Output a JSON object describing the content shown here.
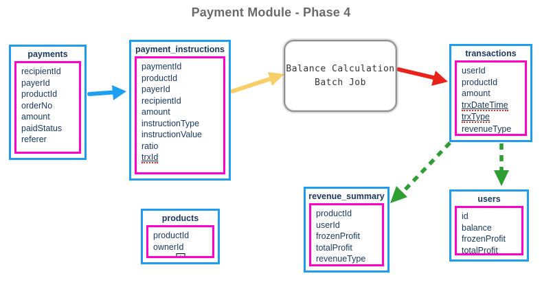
{
  "title": "Payment Module - Phase 4",
  "colors": {
    "entity_border": "#1e9cf0",
    "field_border": "#ff00cc",
    "entity_text": "#17375e",
    "title_text": "#6a6a6a",
    "process_border": "#8f8f8f",
    "process_text": "#333333",
    "spellcheck_red": "#e7231b"
  },
  "process": {
    "line1": "Balance Calculation",
    "line2": "Batch Job"
  },
  "entities": {
    "payments": {
      "title": "payments",
      "fields": [
        "recipientId",
        "payerId",
        "productId",
        "orderNo",
        "amount",
        "paidStatus",
        "referer"
      ]
    },
    "payment_instructions": {
      "title": "payment_instructions",
      "fields": [
        "paymentId",
        "productId",
        "payerId",
        "recipientId",
        "amount",
        "instructionType",
        "instructionValue",
        "ratio",
        "trxId"
      ]
    },
    "transactions": {
      "title": "transactions",
      "fields": [
        "userId",
        "productId",
        "amount",
        "trxDateTime",
        "trxType",
        "revenueType"
      ]
    },
    "products": {
      "title": "products",
      "fields": [
        "productId",
        "ownerId"
      ],
      "expander_symbol": "+"
    },
    "revenue_summary": {
      "title": "revenue_summary",
      "fields": [
        "productId",
        "userId",
        "frozenProfit",
        "totalProfit",
        "revenueType"
      ]
    },
    "users": {
      "title": "users",
      "fields": [
        "id",
        "balance",
        "frozenProfit",
        "totalProfit"
      ]
    }
  },
  "annotations": {
    "misspelled_underlined_fields": [
      "trxId",
      "trxDateTime",
      "trxType"
    ]
  },
  "flows": [
    {
      "from": "payments",
      "to": "payment_instructions",
      "color": "#1da0f2",
      "style": "solid"
    },
    {
      "from": "payment_instructions",
      "to": "balance-calculation-batch-job",
      "color": "#f8cf67",
      "style": "solid"
    },
    {
      "from": "balance-calculation-batch-job",
      "to": "transactions",
      "color": "#e7231b",
      "style": "solid"
    },
    {
      "from": "transactions",
      "to": "revenue_summary",
      "color": "#2f9e33",
      "style": "dashed"
    },
    {
      "from": "transactions",
      "to": "users",
      "color": "#2f9e33",
      "style": "dashed"
    }
  ]
}
